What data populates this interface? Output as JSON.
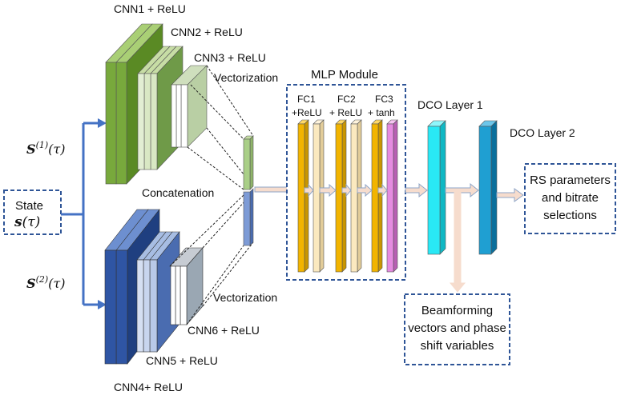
{
  "inputs": {
    "state_label": "State",
    "state_symbol": "s",
    "state_arg": "(τ)",
    "s1_symbol": "S",
    "s1_sup": "(1)",
    "s1_arg": "(τ)",
    "s2_symbol": "S",
    "s2_sup": "(2)",
    "s2_arg": "(τ)"
  },
  "cnn_labels": {
    "cnn1": "CNN1 + ReLU",
    "cnn2": "CNN2 + ReLU",
    "cnn3": "CNN3 + ReLU",
    "cnn4": "CNN4+ ReLU",
    "cnn5": "CNN5 + ReLU",
    "cnn6": "CNN6 + ReLU"
  },
  "stage_labels": {
    "vectorization_top": "Vectorization",
    "vectorization_bottom": "Vectorization",
    "concatenation": "Concatenation"
  },
  "mlp": {
    "title": "MLP Module",
    "fc1_line1": "FC1",
    "fc1_line2": "+ReLU",
    "fc2_line1": "FC2",
    "fc2_line2": "+ ReLU",
    "fc3_line1": "FC3",
    "fc3_line2": "+ tanh"
  },
  "dco": {
    "layer1": "DCO Layer 1",
    "layer2": "DCO Layer 2"
  },
  "outputs": {
    "rs_line1": "RS parameters",
    "rs_line2": "and bitrate",
    "rs_line3": "selections",
    "bf_line1": "Beamforming",
    "bf_line2": "vectors and phase",
    "bf_line3": "shift variables"
  },
  "colors": {
    "green_front": "#78a93c",
    "green_side": "#5a8a24",
    "green_top": "#a9cf75",
    "blue_front": "#2f55a4",
    "blue_side": "#1f3f80",
    "blue_top": "#6d8fd0",
    "fc_yellow": "#f2b400",
    "fc_cream": "#fbe9bf",
    "fc_pink": "#e58be0",
    "cyan": "#29e8f5",
    "teal": "#1f9fd2",
    "arrow_fill": "#f6dccd",
    "arrow_stroke": "#8fa6c8",
    "box_border": "#2f5597",
    "line_blue": "#4472c4"
  }
}
